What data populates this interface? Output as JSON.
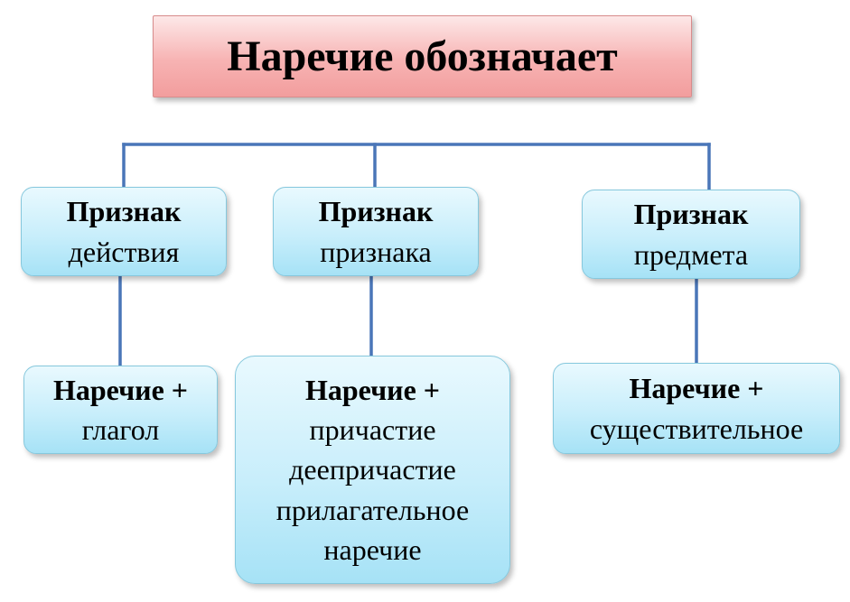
{
  "title": "Наречие обозначает",
  "categories": [
    {
      "line1": "Признак",
      "line2": "действия"
    },
    {
      "line1": "Признак",
      "line2": "признака"
    },
    {
      "line1": "Признак",
      "line2": "предмета"
    }
  ],
  "examples": [
    {
      "head": "Наречие +",
      "lines": [
        "глагол"
      ]
    },
    {
      "head": "Наречие +",
      "lines": [
        "причастие",
        "деепричастие",
        "прилагательное",
        "наречие"
      ]
    },
    {
      "head": "Наречие +",
      "lines": [
        "существительное"
      ]
    }
  ],
  "colors": {
    "title_fill": "#f7b3b3",
    "node_fill": "#c8eefb",
    "connector": "#4a76b8"
  }
}
